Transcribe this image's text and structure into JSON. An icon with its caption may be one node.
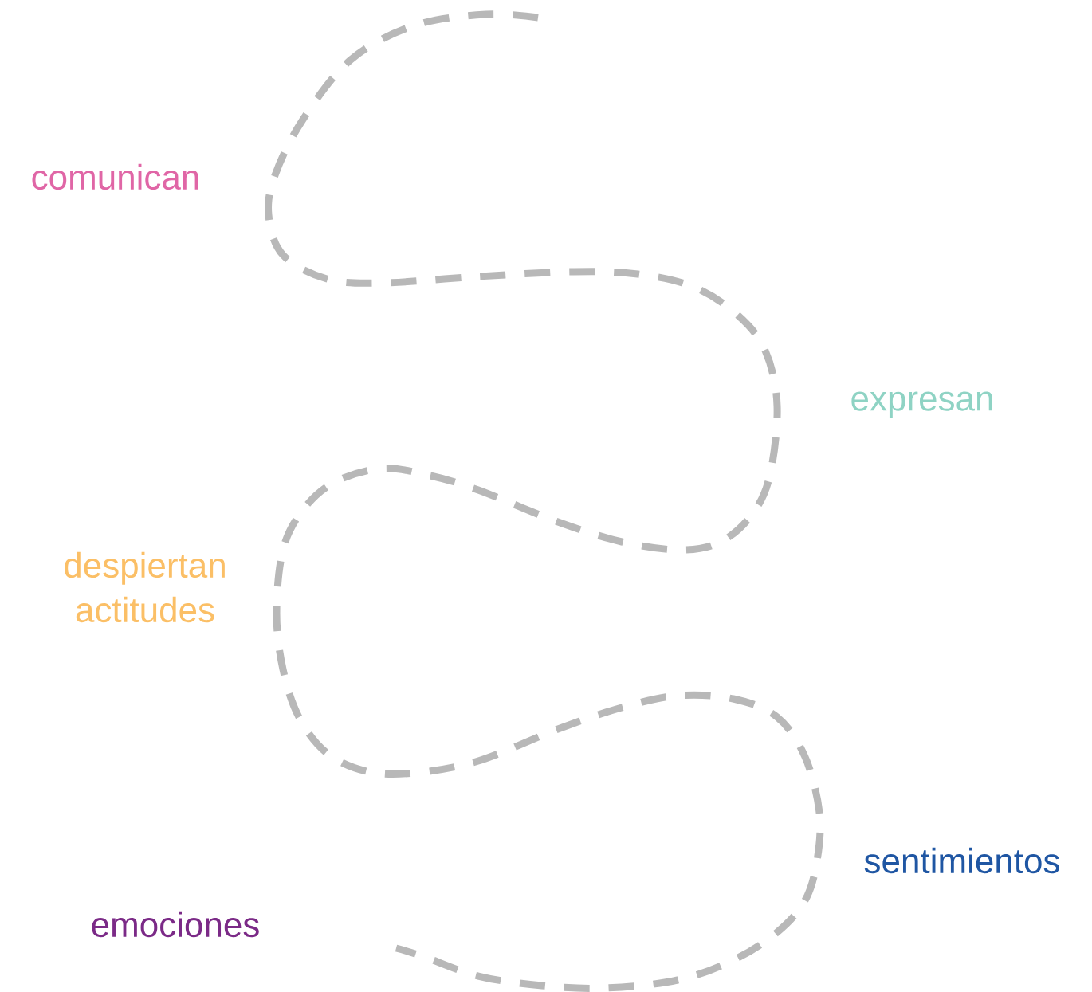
{
  "diagram": {
    "labels": [
      "comunican",
      "expresan",
      "despiertan actitudes",
      "sentimientos",
      "emociones"
    ]
  }
}
